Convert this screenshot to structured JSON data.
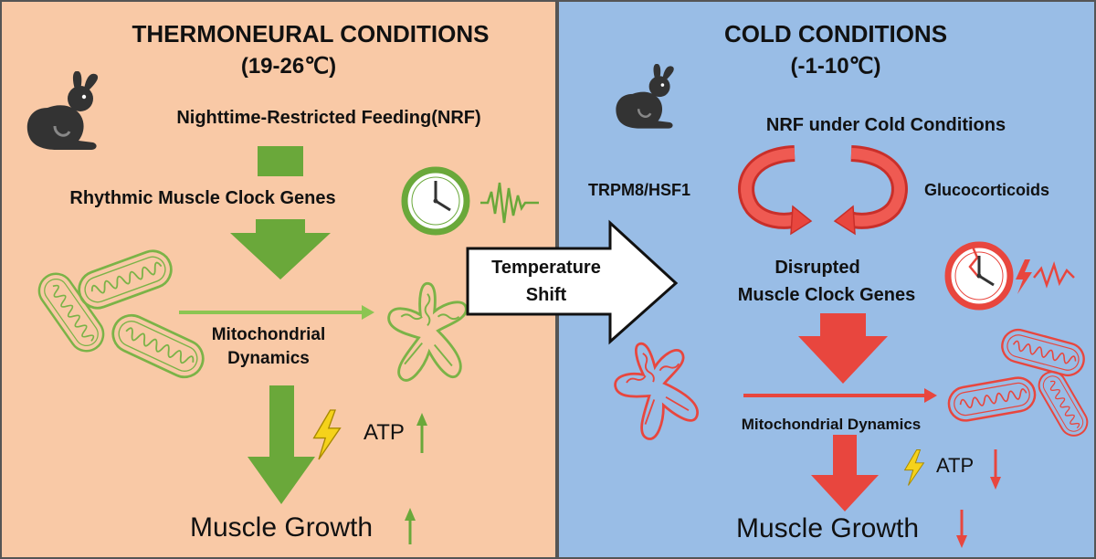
{
  "left": {
    "title": "THERMONEURAL CONDITIONS",
    "temp_range": "(19-26℃)",
    "feeding_label": "Nighttime-Restricted Feeding(NRF)",
    "clock_genes_label": "Rhythmic Muscle Clock Genes",
    "mito_label_line1": "Mitochondrial",
    "mito_label_line2": "Dynamics",
    "atp_label": "ATP",
    "growth_label": "Muscle Growth"
  },
  "center": {
    "shift_line1": "Temperature",
    "shift_line2": "Shift"
  },
  "right": {
    "title": "COLD  CONDITIONS",
    "temp_range": "(-1-10℃)",
    "feeding_label": "NRF under Cold Conditions",
    "pathway_left": "TRPM8/HSF1",
    "pathway_right": "Glucocorticoids",
    "clock_line1": "Disrupted",
    "clock_line2": "Muscle Clock Genes",
    "mito_label": "Mitochondrial Dynamics",
    "atp_label": "ATP",
    "growth_label": "Muscle Growth"
  },
  "colors": {
    "left_bg": "#f9c9a6",
    "right_bg": "#99bde6",
    "green": "#6aa83a",
    "red": "#e8463e",
    "bolt_yellow": "#f5d21b"
  },
  "icons": [
    "rabbit-icon",
    "clock-icon",
    "broken-clock-icon",
    "lightning-bolt-icon",
    "mitochondrion-icon",
    "waveform-icon"
  ]
}
